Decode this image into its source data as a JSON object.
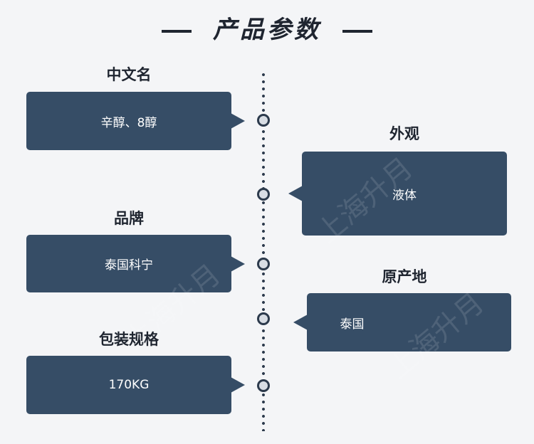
{
  "title": "产品参数",
  "watermark": "上海升月",
  "params": [
    {
      "label": "中文名",
      "value": "辛醇、8醇"
    },
    {
      "label": "外观",
      "value": "液体"
    },
    {
      "label": "品牌",
      "value": "泰国科宁"
    },
    {
      "label": "原产地",
      "value": "泰国"
    },
    {
      "label": "包装规格",
      "value": "170KG"
    }
  ]
}
